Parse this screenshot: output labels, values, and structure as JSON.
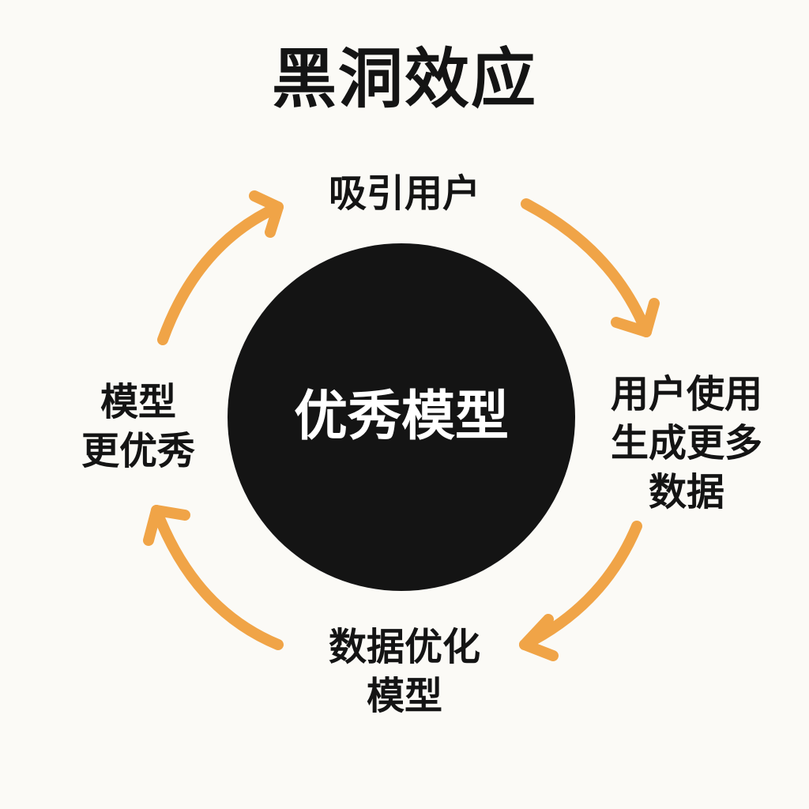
{
  "title": "黑洞效应",
  "center": {
    "label": "优秀模型"
  },
  "cycle": {
    "top": {
      "lines": [
        "吸引用户"
      ]
    },
    "right": {
      "lines": [
        "用户使用",
        "生成更多",
        "数据"
      ]
    },
    "bottom": {
      "lines": [
        "数据优化",
        "模型"
      ]
    },
    "left": {
      "lines": [
        "模型",
        "更优秀"
      ]
    }
  },
  "colors": {
    "background": "#fbfaf6",
    "core": "#141414",
    "arrow": "#f0a447",
    "text": "#141414",
    "core_text": "#ffffff"
  }
}
